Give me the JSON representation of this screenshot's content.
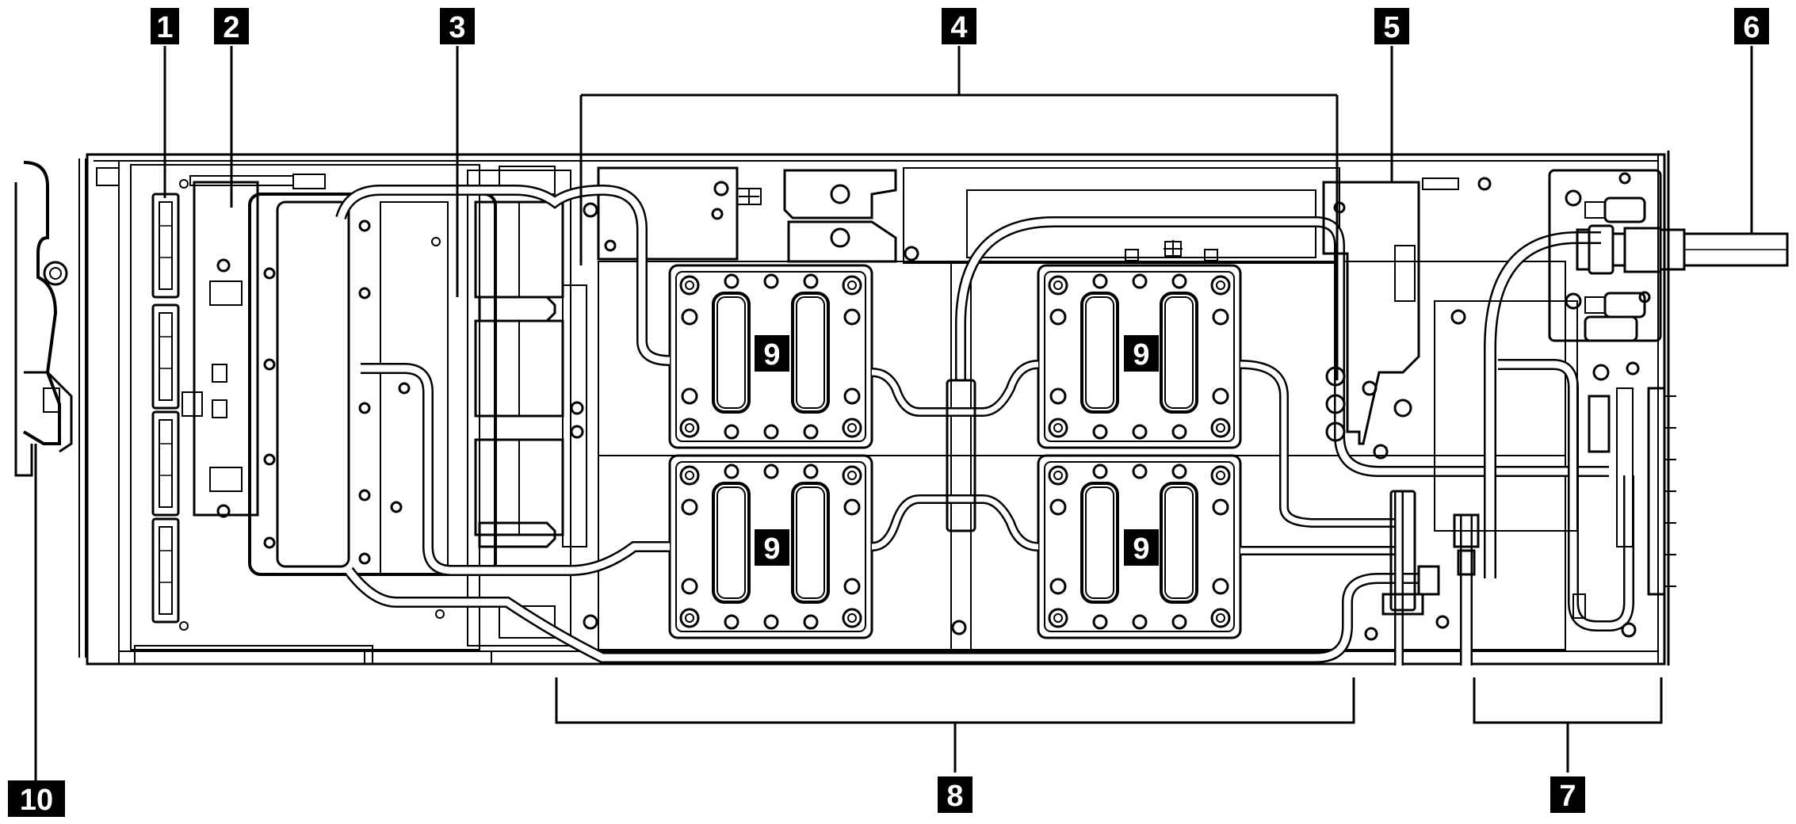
{
  "callouts": [
    {
      "id": "1",
      "label": "1"
    },
    {
      "id": "2",
      "label": "2"
    },
    {
      "id": "3",
      "label": "3"
    },
    {
      "id": "4",
      "label": "4"
    },
    {
      "id": "5",
      "label": "5"
    },
    {
      "id": "6",
      "label": "6"
    },
    {
      "id": "7",
      "label": "7"
    },
    {
      "id": "8",
      "label": "8"
    },
    {
      "id": "9",
      "label": "9"
    },
    {
      "id": "10",
      "label": "10"
    }
  ],
  "colors": {
    "line": "#000000",
    "callout_fill": "#000000",
    "callout_text": "#ffffff",
    "background": "#ffffff"
  }
}
